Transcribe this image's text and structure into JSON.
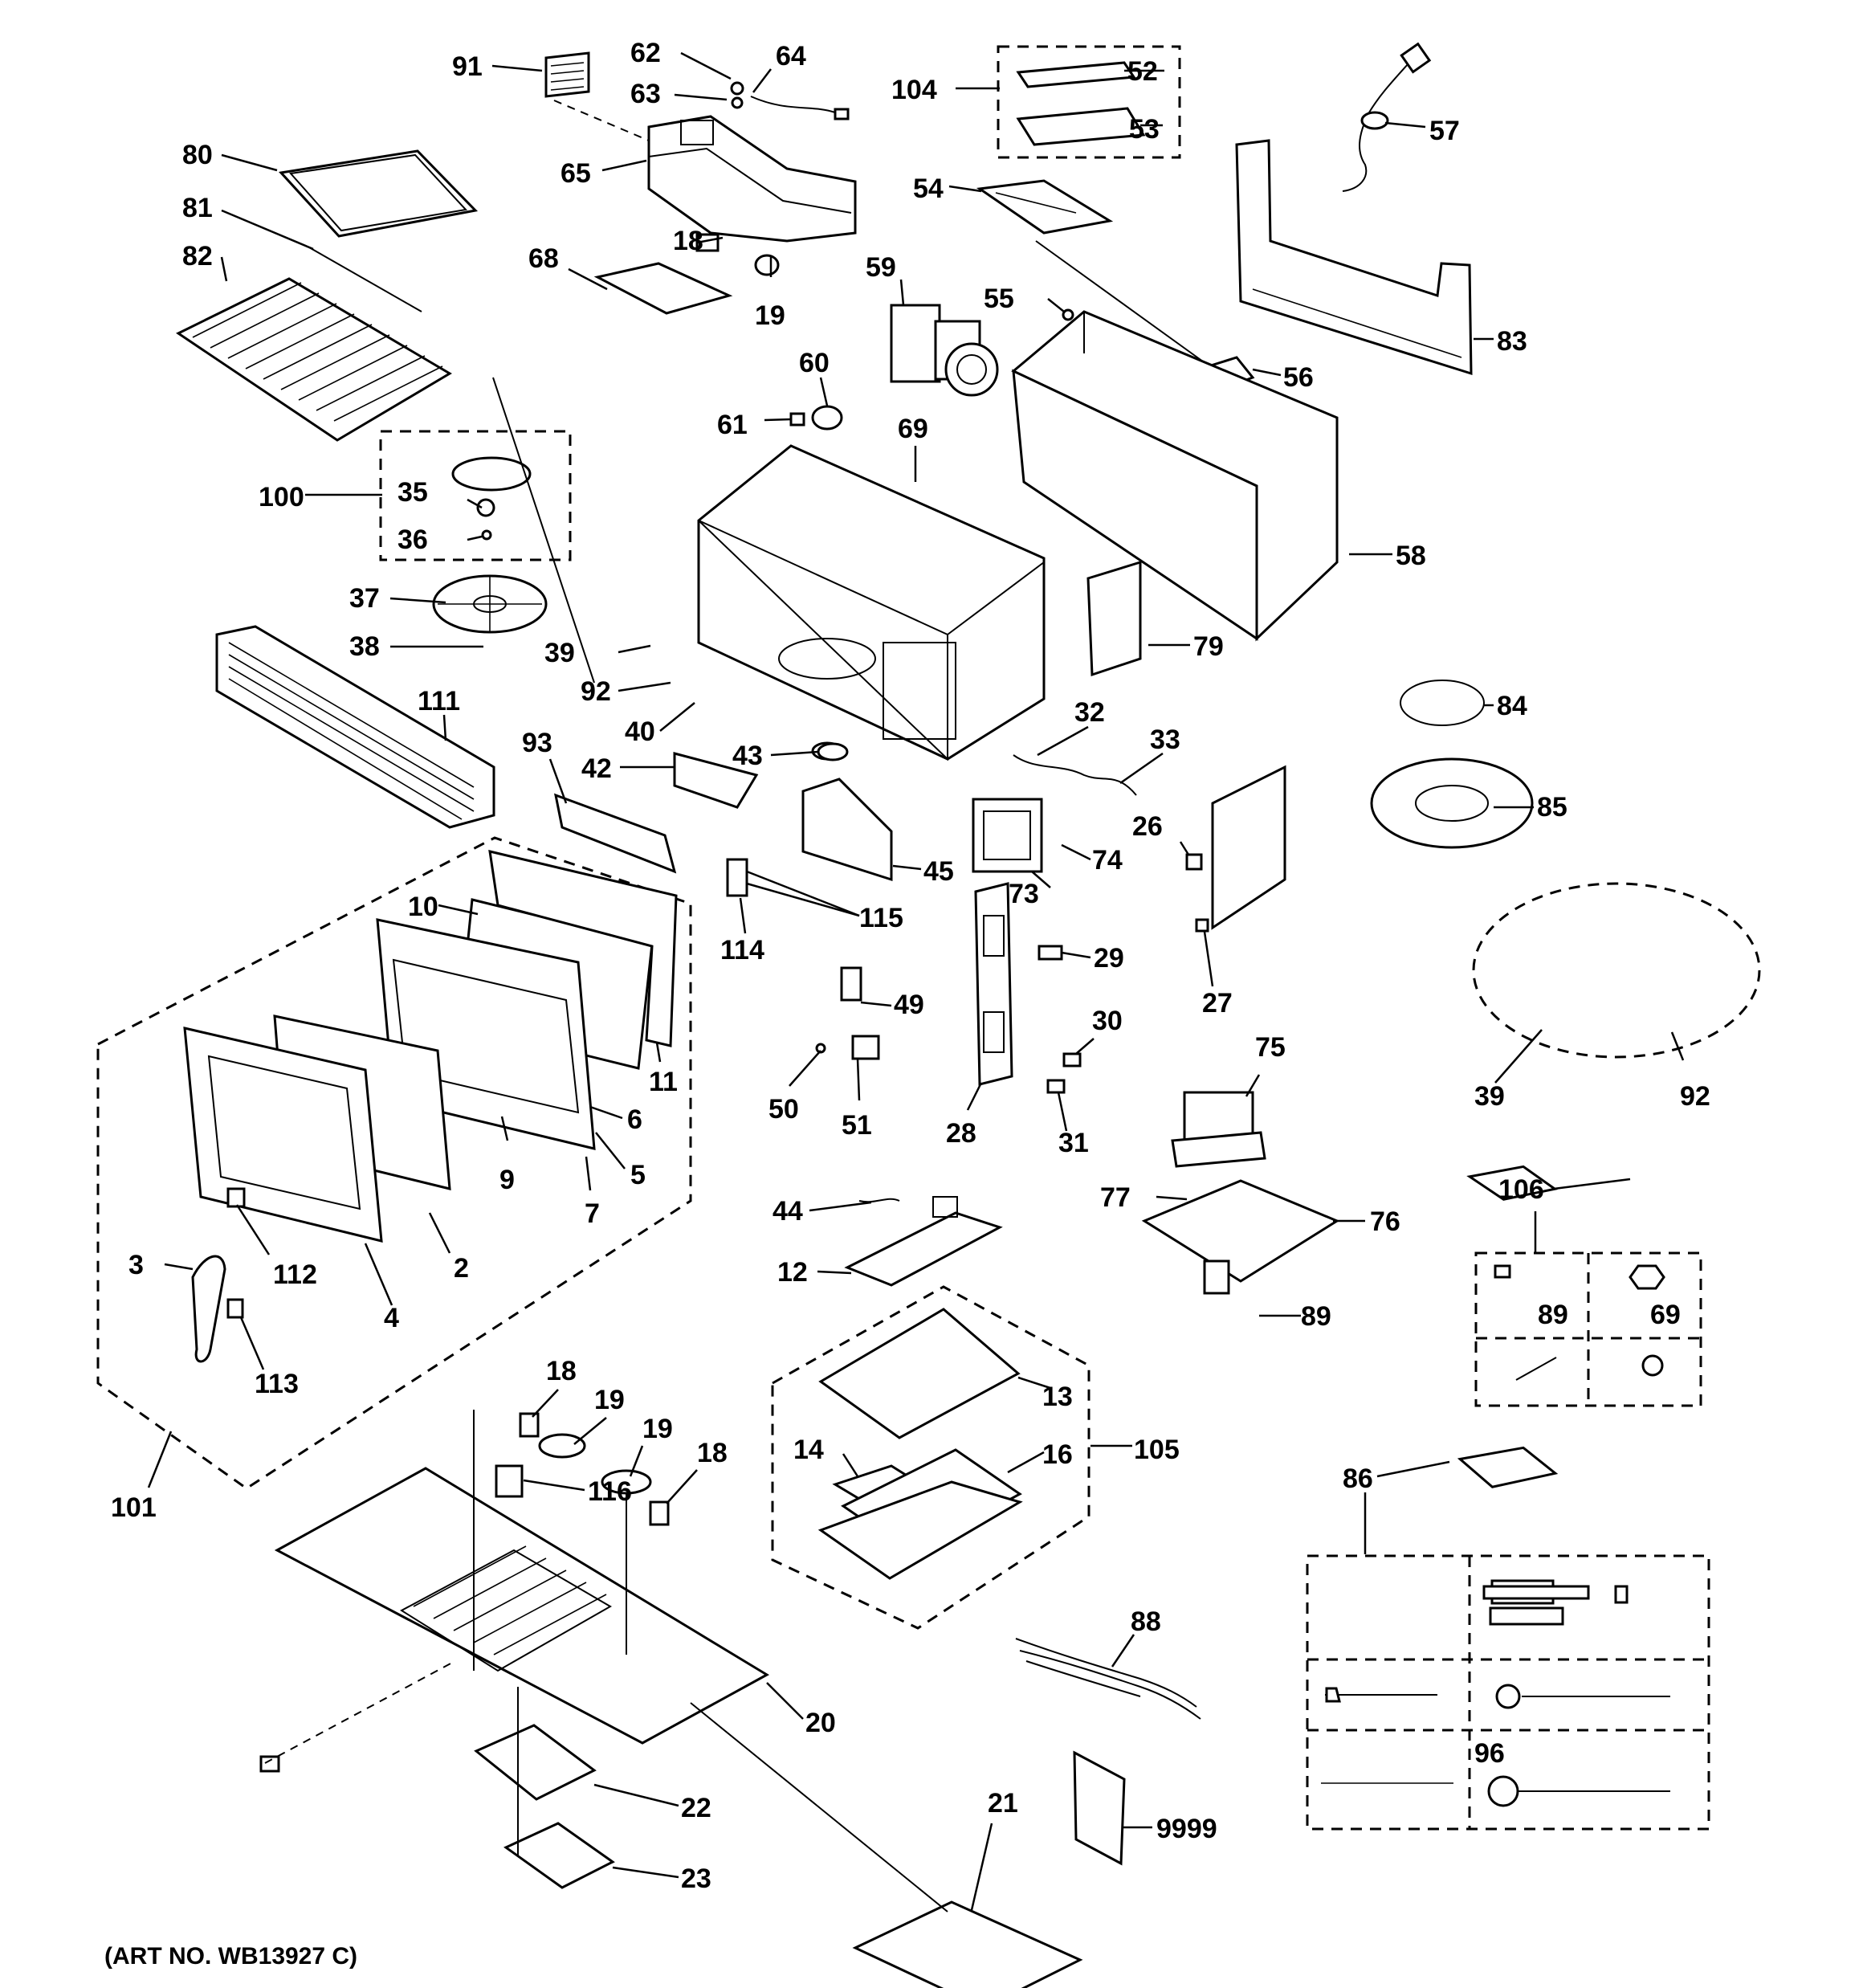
{
  "art_number": "(ART NO. WB13927 C)",
  "labels": {
    "p91": "91",
    "p62": "62",
    "p63": "63",
    "p64": "64",
    "p65": "65",
    "p104": "104",
    "p52": "52",
    "p53": "53",
    "p54": "54",
    "p57": "57",
    "p80": "80",
    "p81": "81",
    "p82": "82",
    "p18a": "18",
    "p19a": "19",
    "p68": "68",
    "p59": "59",
    "p55": "55",
    "p56": "56",
    "p83": "83",
    "p60": "60",
    "p61": "61",
    "p69a": "69",
    "p100": "100",
    "p35": "35",
    "p36": "36",
    "p37": "37",
    "p38": "38",
    "p58": "58",
    "p39a": "39",
    "p92a": "92",
    "p79": "79",
    "p111": "111",
    "p40": "40",
    "p93": "93",
    "p32": "32",
    "p33": "33",
    "p84": "84",
    "p42": "42",
    "p43": "43",
    "p85": "85",
    "p26": "26",
    "p74": "74",
    "p45": "45",
    "p73": "73",
    "p10": "10",
    "p115": "115",
    "p114": "114",
    "p29": "29",
    "p49": "49",
    "p27": "27",
    "p30": "30",
    "p11": "11",
    "p75": "75",
    "p50": "50",
    "p51": "51",
    "p6": "6",
    "p28": "28",
    "p31": "31",
    "p39b": "39",
    "p92b": "92",
    "p9": "9",
    "p5": "5",
    "p7": "7",
    "p106": "106",
    "p77": "77",
    "p76": "76",
    "p44": "44",
    "p3": "3",
    "p112": "112",
    "p2": "2",
    "p12": "12",
    "p4": "4",
    "p89a": "89",
    "p89b": "89",
    "p69b": "69",
    "p113": "113",
    "p18b": "18",
    "p19b": "19",
    "p19c": "19",
    "p18c": "18",
    "p13": "13",
    "p14": "14",
    "p16": "16",
    "p105": "105",
    "p116": "116",
    "p101": "101",
    "p86": "86",
    "p88": "88",
    "p20": "20",
    "p96": "96",
    "p22": "22",
    "p21": "21",
    "p9999": "9999",
    "p23": "23"
  }
}
